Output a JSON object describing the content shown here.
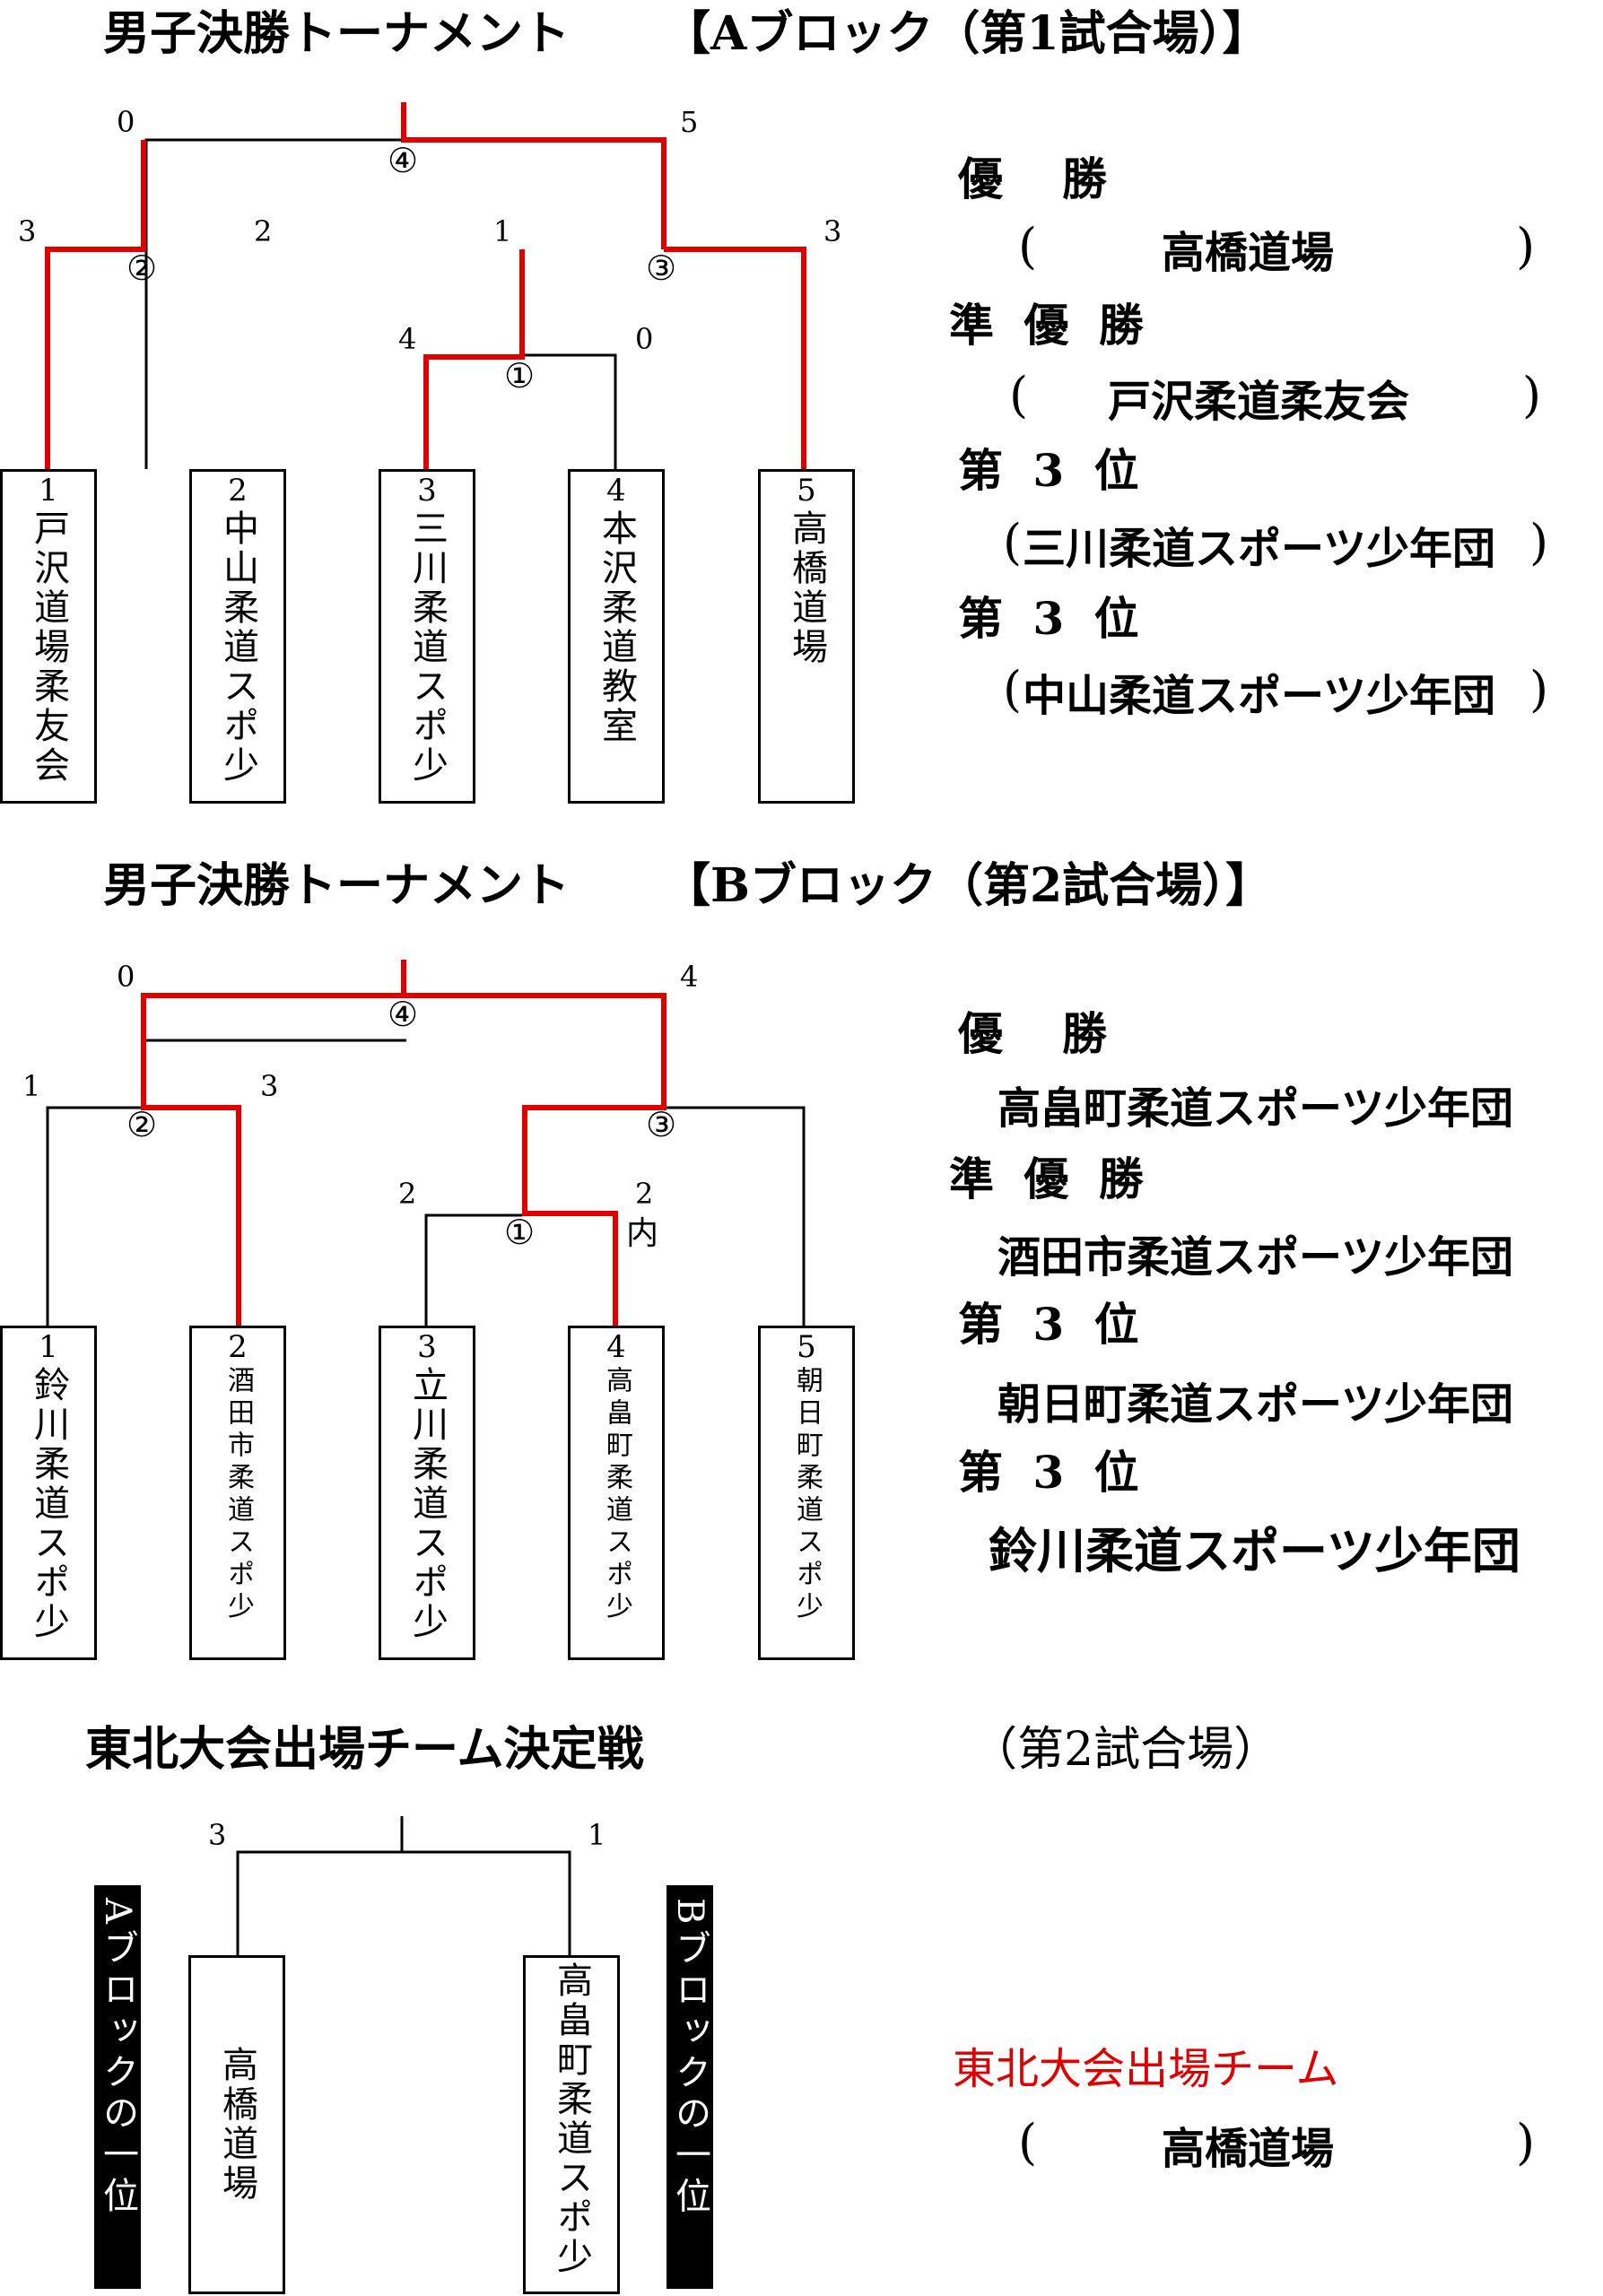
{
  "colors": {
    "winner_line": "#e00000",
    "line": "#000000",
    "tohoku_label": "#e00000"
  },
  "block_a": {
    "title": "男子決勝トーナメント",
    "subtitle": "【Aブロック（第1試合場）】",
    "teams": [
      {
        "num": "1",
        "name": "戸沢道場柔友会"
      },
      {
        "num": "2",
        "name": "中山柔道スポ少"
      },
      {
        "num": "3",
        "name": "三川柔道スポ少"
      },
      {
        "num": "4",
        "name": "本沢柔道教室"
      },
      {
        "num": "5",
        "name": "高橋道場"
      }
    ],
    "matches": [
      "①",
      "②",
      "③",
      "④"
    ],
    "scores": {
      "m1_left": "4",
      "m1_right": "0",
      "m2_left": "3",
      "m2_right": "2",
      "m3_left": "1",
      "m3_right": "3",
      "m4_left": "0",
      "m4_right": "5"
    },
    "results": {
      "champion_label": "優　勝",
      "champion": "高橋道場",
      "runner_up_label": "準 優 勝",
      "runner_up": "戸沢柔道柔友会",
      "third_label_1": "第 3 位",
      "third_1": "三川柔道スポーツ少年団",
      "third_label_2": "第 3 位",
      "third_2": "中山柔道スポーツ少年団"
    }
  },
  "block_b": {
    "title": "男子決勝トーナメント",
    "subtitle": "【Bブロック（第2試合場）】",
    "teams": [
      {
        "num": "1",
        "name": "鈴川柔道スポ少"
      },
      {
        "num": "2",
        "name": "酒田市柔道スポ少"
      },
      {
        "num": "3",
        "name": "立川柔道スポ少"
      },
      {
        "num": "4",
        "name": "高畠町柔道スポ少"
      },
      {
        "num": "5",
        "name": "朝日町柔道スポ少"
      }
    ],
    "matches": [
      "①",
      "②",
      "③",
      "④"
    ],
    "scores": {
      "m1_left": "2",
      "m1_right": "2",
      "m1_note": "内",
      "m2_left": "1",
      "m2_right": "3",
      "m3_left": "",
      "m3_right": "",
      "m4_left": "0",
      "m4_right": "4"
    },
    "results": {
      "champion_label": "優　勝",
      "champion": "高畠町柔道スポーツ少年団",
      "runner_up_label": "準 優 勝",
      "runner_up": "酒田市柔道スポーツ少年団",
      "third_label_1": "第 3 位",
      "third_1": "朝日町柔道スポーツ少年団",
      "third_label_2": "第 3 位",
      "third_2": "鈴川柔道スポーツ少年団"
    }
  },
  "tohoku": {
    "title": "東北大会出場チーム決定戦",
    "venue": "（第2試合場）",
    "left_label": "Aブロックの一位",
    "right_label": "Bブロックの一位",
    "left_team": "高橋道場",
    "right_team": "高畠町柔道スポ少",
    "score_left": "3",
    "score_right": "1",
    "result_label": "東北大会出場チーム",
    "result_team": "高橋道場"
  },
  "paren_open": "(",
  "paren_close": ")"
}
